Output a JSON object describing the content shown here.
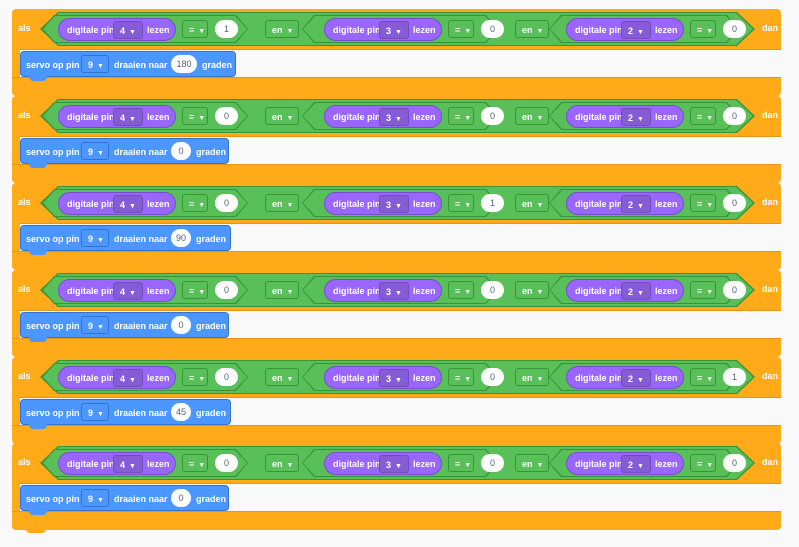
{
  "labels": {
    "if": "als",
    "then": "dan",
    "digital_pin": "digitale pin",
    "read": "lezen",
    "and": "en",
    "eq": "=",
    "servo_on_pin": "servo op pin",
    "rotate_to": "draaien naar",
    "degrees": "graden",
    "arrow": "▼"
  },
  "colors": {
    "control": "#ffab19",
    "operators": "#59c059",
    "pins": "#9966ff",
    "servo": "#4c97ff"
  },
  "blocks": [
    {
      "conditions": [
        {
          "pin": "4",
          "value": "1"
        },
        {
          "pin": "3",
          "value": "0"
        },
        {
          "pin": "2",
          "value": "0"
        }
      ],
      "servo_pin": "9",
      "angle": "180"
    },
    {
      "conditions": [
        {
          "pin": "4",
          "value": "0"
        },
        {
          "pin": "3",
          "value": "0"
        },
        {
          "pin": "2",
          "value": "0"
        }
      ],
      "servo_pin": "9",
      "angle": "0"
    },
    {
      "conditions": [
        {
          "pin": "4",
          "value": "0"
        },
        {
          "pin": "3",
          "value": "1"
        },
        {
          "pin": "2",
          "value": "0"
        }
      ],
      "servo_pin": "9",
      "angle": "90"
    },
    {
      "conditions": [
        {
          "pin": "4",
          "value": "0"
        },
        {
          "pin": "3",
          "value": "0"
        },
        {
          "pin": "2",
          "value": "0"
        }
      ],
      "servo_pin": "9",
      "angle": "0"
    },
    {
      "conditions": [
        {
          "pin": "4",
          "value": "0"
        },
        {
          "pin": "3",
          "value": "0"
        },
        {
          "pin": "2",
          "value": "1"
        }
      ],
      "servo_pin": "9",
      "angle": "45"
    },
    {
      "conditions": [
        {
          "pin": "4",
          "value": "0"
        },
        {
          "pin": "3",
          "value": "0"
        },
        {
          "pin": "2",
          "value": "0"
        }
      ],
      "servo_pin": "9",
      "angle": "0"
    }
  ]
}
